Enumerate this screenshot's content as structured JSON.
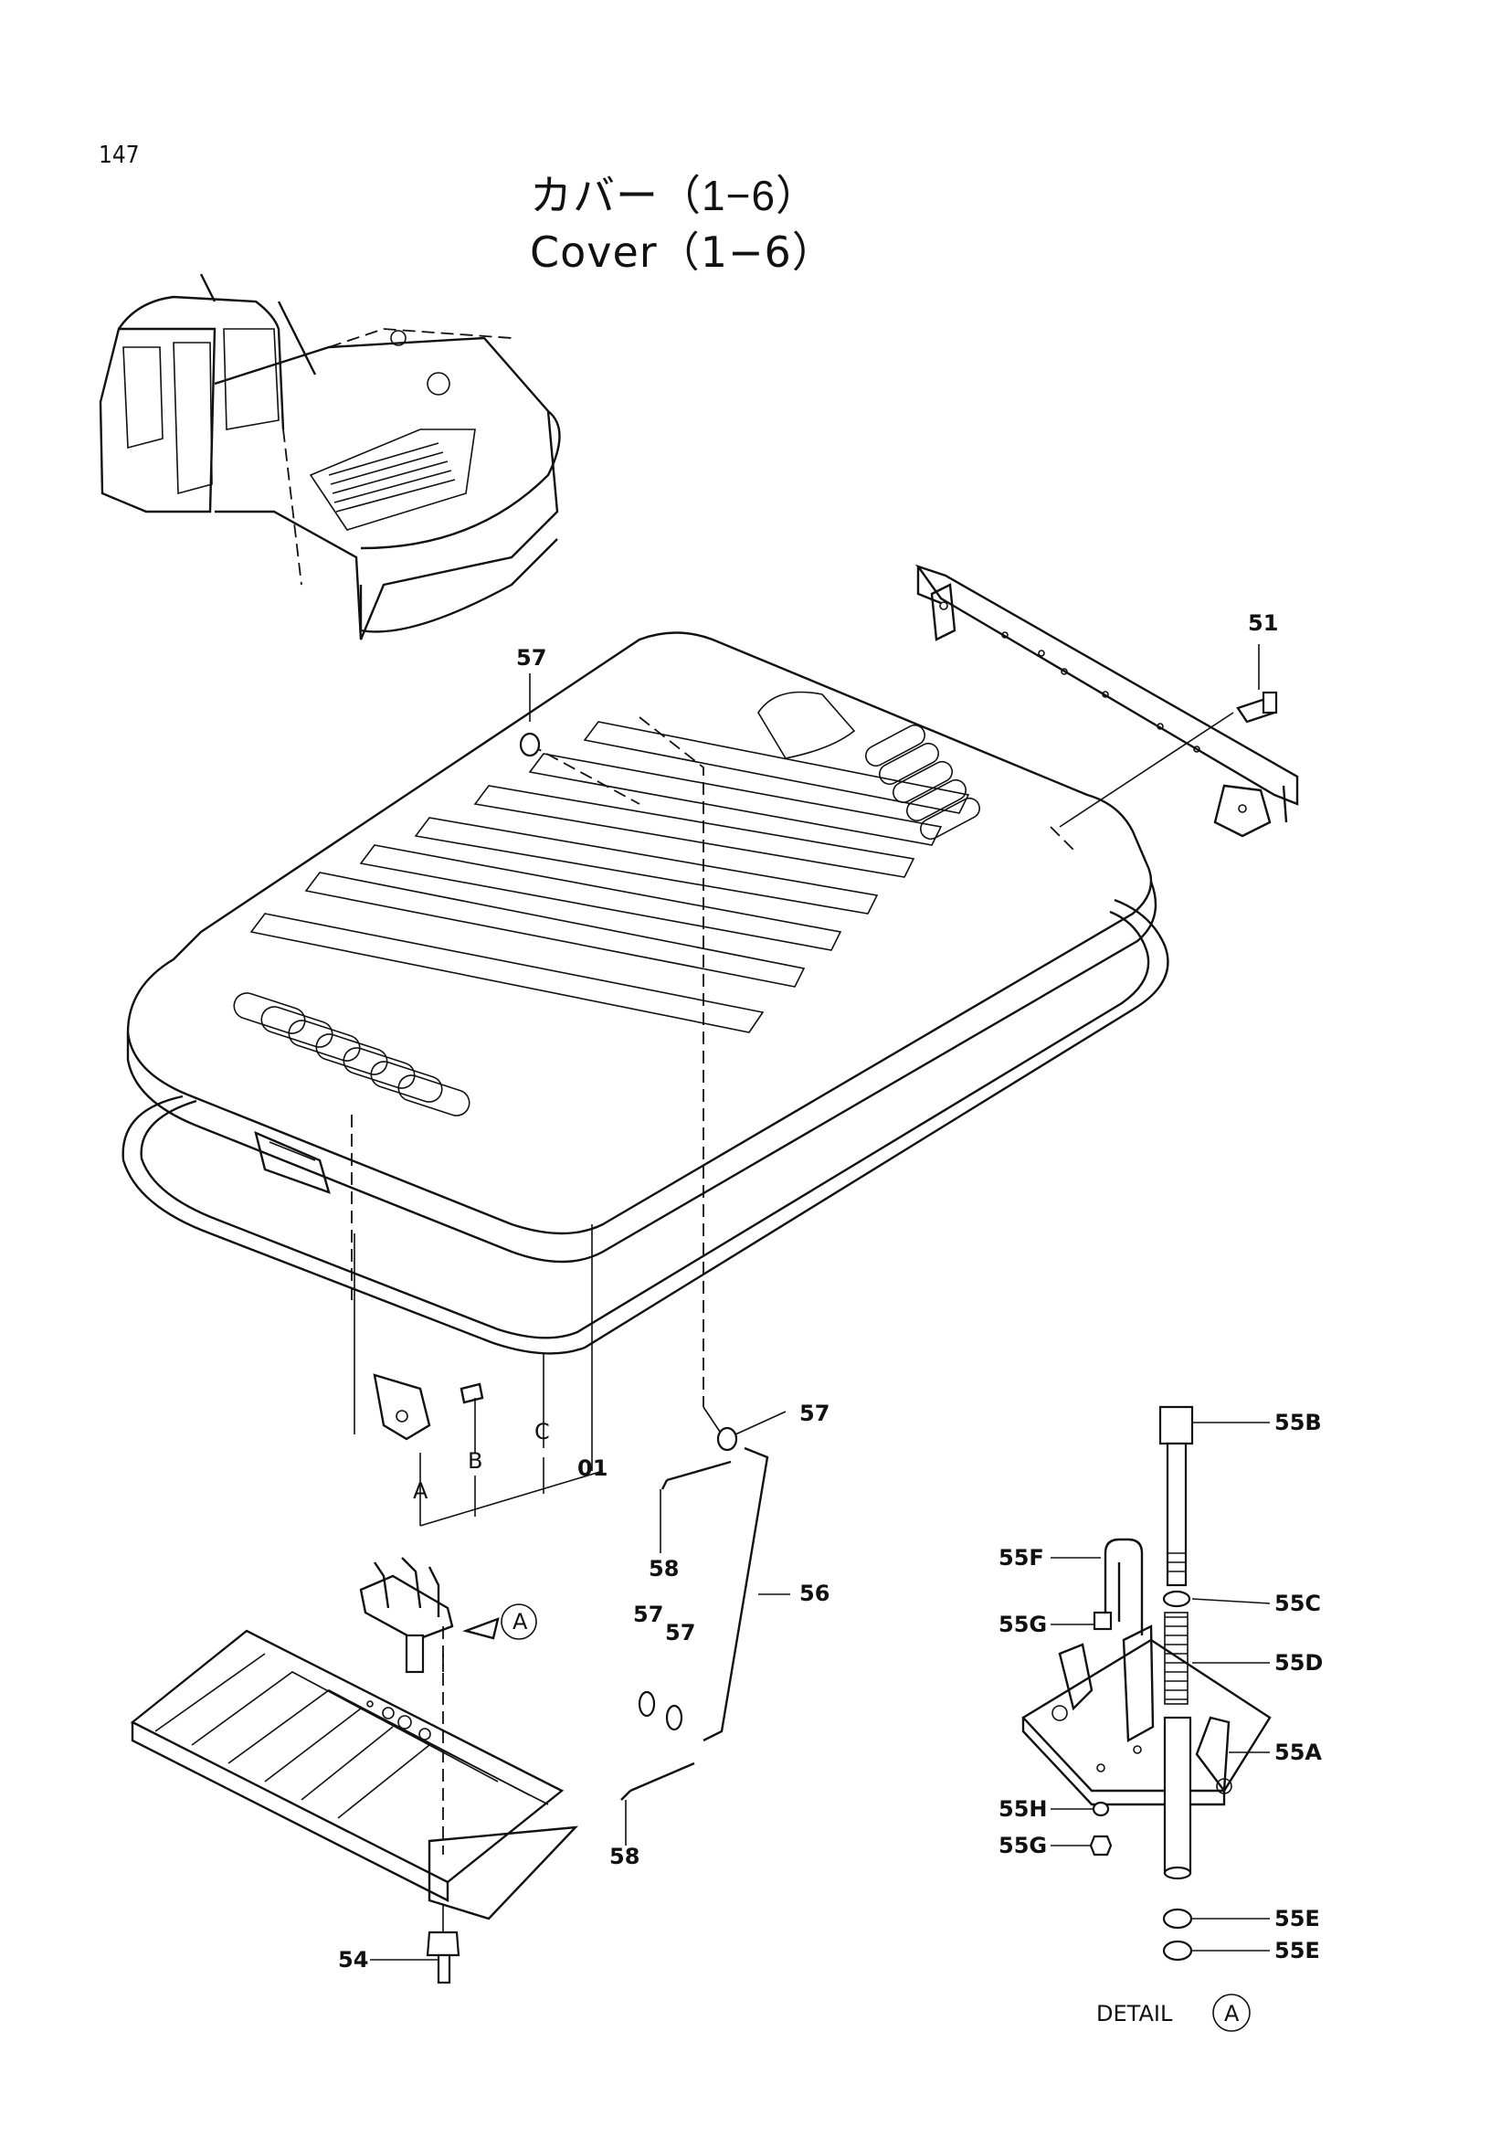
{
  "page_number": "147",
  "title_jp": "カバー（1−6）",
  "title_en": "Cover（1−6）",
  "detail": {
    "label": "DETAIL",
    "marker": "A"
  },
  "callouts": {
    "c51": "51",
    "c57a": "57",
    "c57b": "57",
    "c57c": "57",
    "c57d": "57",
    "c01": "01",
    "cA": "A",
    "cB": "B",
    "cC": "C",
    "c58a": "58",
    "c58b": "58",
    "c56": "56",
    "c54": "54",
    "c55B": "55B",
    "c55F": "55F",
    "c55C": "55C",
    "c55G": "55G",
    "c55D": "55D",
    "c55A": "55A",
    "c55H": "55H",
    "c55G2": "55G",
    "c55E": "55E",
    "c55E2": "55E",
    "markerA": "A"
  }
}
